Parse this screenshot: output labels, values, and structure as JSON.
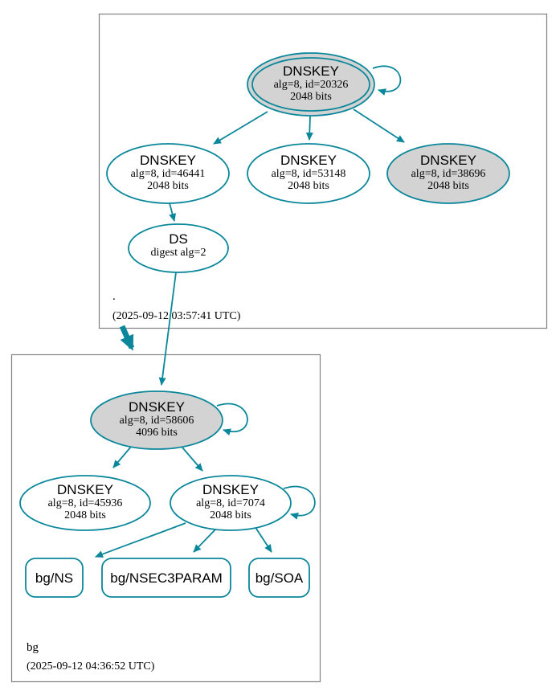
{
  "colors": {
    "page-bg": "#ffffff",
    "edge": "#0a879a",
    "node-fill": "#ffffff",
    "node-fill-gray": "#d3d3d3",
    "box-border": "#808080",
    "text": "#000000"
  },
  "zones": {
    "root": {
      "name": ".",
      "timestamp": "(2025-09-12 03:57:41 UTC)"
    },
    "bg": {
      "name": "bg",
      "timestamp": "(2025-09-12 04:36:52 UTC)"
    }
  },
  "nodes": {
    "root_ksk_20326": {
      "title": "DNSKEY",
      "detail": "alg=8, id=20326",
      "bits": "2048 bits"
    },
    "root_key_46441": {
      "title": "DNSKEY",
      "detail": "alg=8, id=46441",
      "bits": "2048 bits"
    },
    "root_key_53148": {
      "title": "DNSKEY",
      "detail": "alg=8, id=53148",
      "bits": "2048 bits"
    },
    "root_key_38696": {
      "title": "DNSKEY",
      "detail": "alg=8, id=38696",
      "bits": "2048 bits"
    },
    "root_ds": {
      "title": "DS",
      "detail": "digest alg=2"
    },
    "bg_ksk_58606": {
      "title": "DNSKEY",
      "detail": "alg=8, id=58606",
      "bits": "4096 bits"
    },
    "bg_key_45936": {
      "title": "DNSKEY",
      "detail": "alg=8, id=45936",
      "bits": "2048 bits"
    },
    "bg_zsk_7074": {
      "title": "DNSKEY",
      "detail": "alg=8, id=7074",
      "bits": "2048 bits"
    },
    "bg_rrset_ns": {
      "label": "bg/NS"
    },
    "bg_rrset_nsec3param": {
      "label": "bg/NSEC3PARAM"
    },
    "bg_rrset_soa": {
      "label": "bg/SOA"
    }
  }
}
